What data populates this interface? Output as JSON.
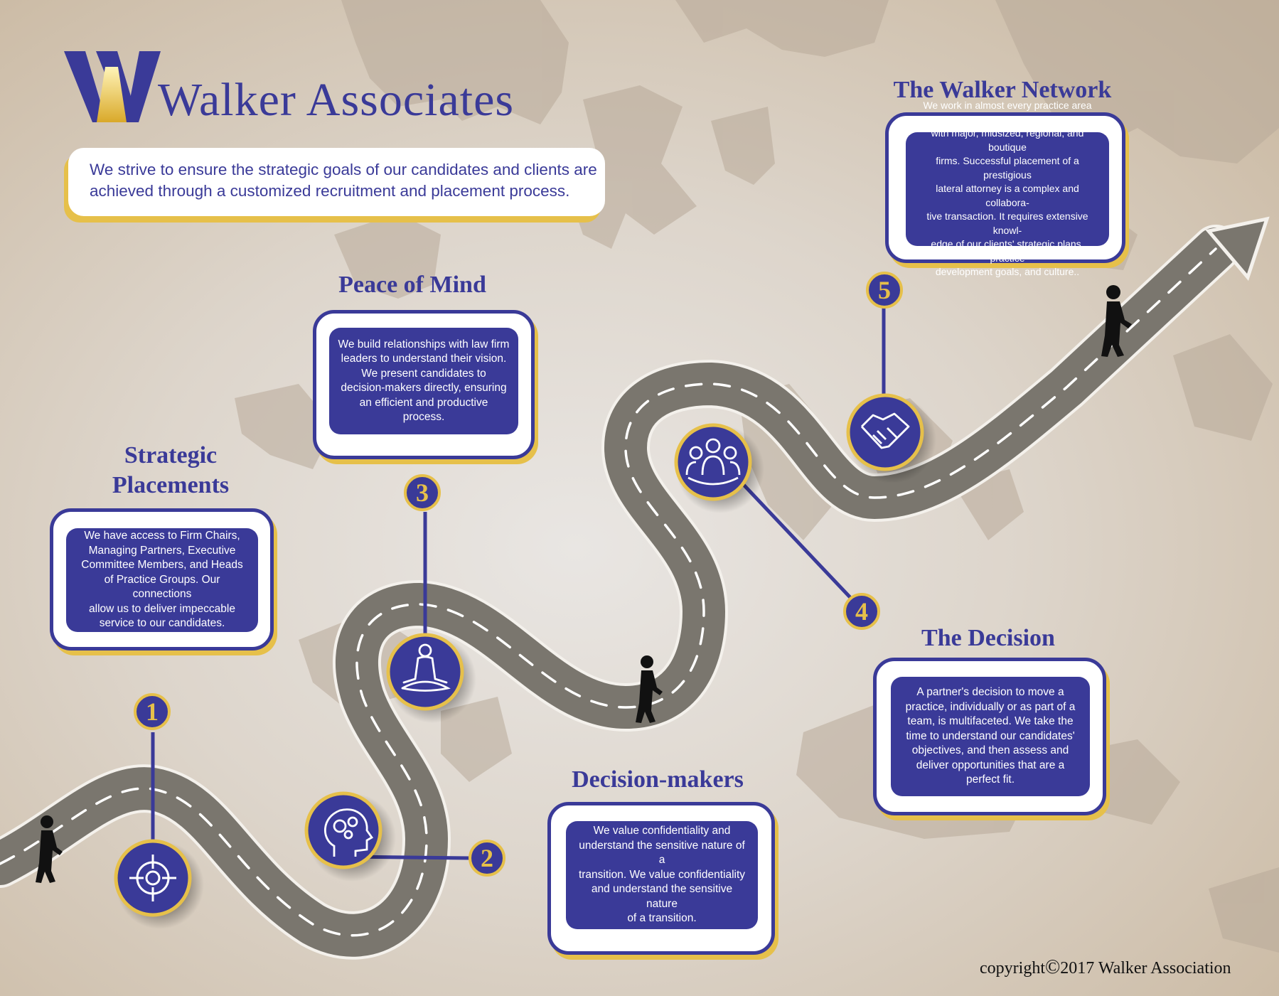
{
  "brand": {
    "name_first": "Walker",
    "name_second": "Associates"
  },
  "tagline": {
    "line1": "We strive to ensure the strategic goals of our candidates and clients are",
    "line2": "achieved through a customized recruitment and placement process."
  },
  "steps": [
    {
      "number": "1",
      "title_line1": "Strategic",
      "title_line2": "Placements",
      "icon": "target-icon",
      "lines": [
        "We have access to Firm Chairs,",
        "Managing Partners, Executive",
        "Committee Members, and Heads",
        "of Practice Groups. Our connections",
        "allow us to deliver impeccable",
        "service to our candidates."
      ]
    },
    {
      "number": "2",
      "title": "Decision-makers",
      "icon": "brain-gears-icon",
      "lines": [
        "We value confidentiality and",
        "understand the sensitive nature of a",
        "transition. We value confidentiality",
        "and understand the sensitive nature",
        "of a transition."
      ]
    },
    {
      "number": "3",
      "title": "Peace of Mind",
      "icon": "meditation-icon",
      "lines": [
        "We build relationships with law firm",
        "leaders to understand their vision.",
        "We present candidates to",
        "decision-makers directly, ensuring",
        "an efficient and productive process."
      ]
    },
    {
      "number": "4",
      "title": "The Decision",
      "icon": "group-icon",
      "lines": [
        "A partner's decision to move a",
        "practice, individually or as part of a",
        "team, is multifaceted. We take the",
        "time to understand our candidates'",
        "objectives, and then assess and",
        "deliver opportunities that are a",
        "perfect fit."
      ]
    },
    {
      "number": "5",
      "title": "The Walker Network",
      "icon": "handshake-icon",
      "lines": [
        "We work in almost every practice area and",
        "with major, midsized, regional, and boutique",
        "firms. Successful placement of a prestigious",
        "lateral attorney is a complex and collabora-",
        "tive transaction. It requires extensive knowl-",
        "edge of our clients' strategic plans, practice",
        "development goals, and culture.."
      ]
    }
  ],
  "copyright": {
    "prefix": "copyright",
    "symbol": "©",
    "text": "2017 Walker Association"
  },
  "colors": {
    "navy": "#3a3a98",
    "gold": "#e6c04a",
    "road": "#7a766e",
    "road_edge": "#f4f1ec"
  }
}
